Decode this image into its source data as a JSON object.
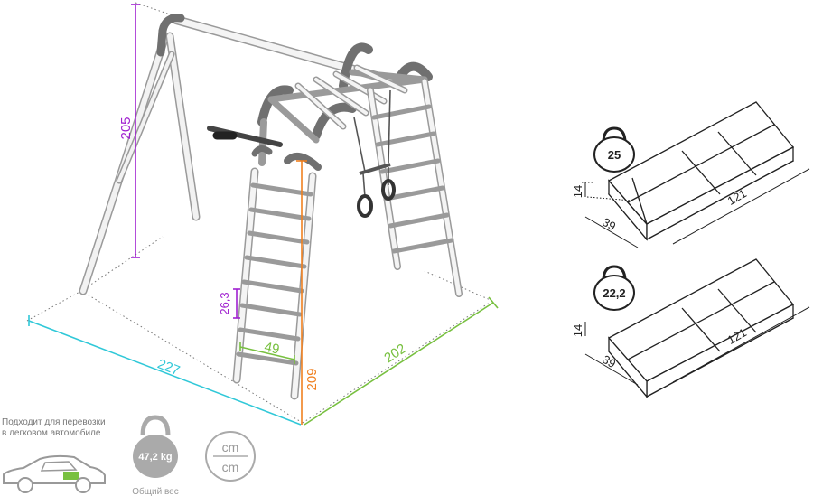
{
  "colors": {
    "height": "#a020d0",
    "width": "#30c8d8",
    "depth": "#78c040",
    "post_height": "#f08020",
    "frame": "#d8d8d8",
    "frame_outline": "#9a9a9a",
    "dark": "#555555",
    "box_line": "#222222"
  },
  "dimensions": {
    "height": "205",
    "width": "227",
    "depth": "202",
    "post_height": "209",
    "rung_spacing": "26,3",
    "rung_width": "49"
  },
  "packages": [
    {
      "weight": "25",
      "height": "14",
      "width": "39",
      "length": "121"
    },
    {
      "weight": "22,2",
      "height": "14",
      "width": "39",
      "length": "121"
    }
  ],
  "footer": {
    "car_caption": "Подходит для перевозки в легковом автомобиле",
    "total_weight": "47,2 kg",
    "total_weight_label": "Общий вес",
    "unit_top": "cm",
    "unit_bottom": "cm"
  },
  "icons": {
    "car": "car-icon",
    "weight": "kettlebell-icon",
    "units": "unit-circle-icon"
  }
}
